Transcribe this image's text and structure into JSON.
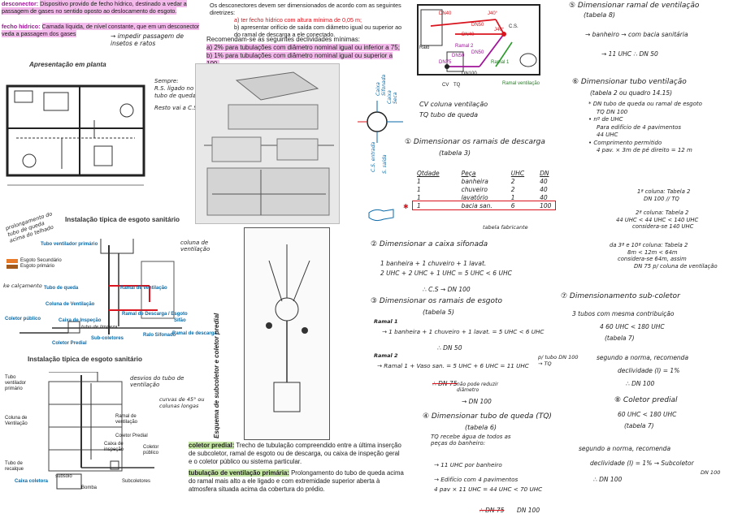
{
  "top_left": {
    "desconector_label": "desconector:",
    "desconector_text": "Dispositivo provido de fecho hídrico, destinado a vedar a passagem de gases no sentido oposto ao deslocamento do esgoto.",
    "fecho_label": "fecho hídrico:",
    "fecho_text": "Camada líquida, de nível constante, que em um desconector veda a passagem dos gases",
    "fecho_note": "→ impedir passagem de insetos e ratos"
  },
  "top_center": {
    "intro": "Os desconectores devem ser dimensionados de acordo com as seguintes diretrizes:",
    "rule_a": "a) ter fecho hídrico com altura mínima de 0,05 m;",
    "rule_b": "b) apresentar orifício de saída com diâmetro igual ou superior ao do ramal de descarga a ele conectado.",
    "decl_title": "Recomendam-se as seguintes declividades mínimas:",
    "decl_a": "a) 2% para tubulações com diâmetro nominal igual ou inferior a 75;",
    "decl_b": "b) 1% para tubulações com diâmetro nominal igual ou superior a 100."
  },
  "plan": {
    "title": "Apresentação em planta",
    "note1": "Sempre:",
    "note2": "R.S. ligado no tubo de queda",
    "note3": "Resto vai a C.S."
  },
  "install1": {
    "title": "Instalação típica de esgoto sanitário",
    "side_note": "prolongamento do tubo de queda acima do telhado",
    "vent_note": "coluna de ventilação",
    "legend_sec": "Esgoto Secundário",
    "legend_pri": "Esgoto primário",
    "labels": [
      "Tubo ventilador primário",
      "Tubo de queda",
      "Coluna de Ventilação",
      "Ramal de ventilação",
      "Coletor público",
      "Caixa de Inspeção",
      "Coletor Predial",
      "Ramal de Descarga / Esgoto",
      "Sub-coletores",
      "Ralo Sifonado",
      "Sifão",
      "Ramal de descarga"
    ],
    "caixa_note": "tubo de limpeza",
    "fall_note": "ke calçamento"
  },
  "install2": {
    "title": "Instalação típica de esgoto sanitário",
    "note1": "desvios do tubo de ventilação",
    "note2": "curvas de 45° ou colunas longas",
    "labels": [
      "Tubo ventilador primário",
      "Coluna de Ventilação",
      "Ramal de ventilação",
      "Coletor Predial",
      "Caixa de inspeção",
      "Coletor público",
      "Tubo de recalque",
      "Caixa coletora",
      "Bomba",
      "Subcoletores",
      "subsolo"
    ]
  },
  "center_bottom": {
    "coletor_label": "coletor predial:",
    "coletor_text": "Trecho de tubulação compreendido entre a última inserção de subcoletor, ramal de esgoto ou de descarga, ou caixa de inspeção geral e o coletor público ou sistema particular.",
    "ventil_label": "tubulação de ventilação primária:",
    "ventil_text": "Prolongamento do tubo de queda acima do ramal mais alto a ele ligado e com extremidade superior aberta à atmosfera situada acima da cobertura do prédio.",
    "vertical_caption": "Esquema de subcoletor e coletor predial"
  },
  "sifonada": {
    "label1": "Caixa Sifonada",
    "label2": "Caixa Seca",
    "label3": "C.S. entrada",
    "label4": "S. saída"
  },
  "plan2": {
    "labels": [
      "DN40",
      "DN40",
      "J40°",
      "DN50",
      "J40°",
      "DN50",
      "C.S.",
      "DN50",
      "DN75",
      "DN100",
      "Ramal 1",
      "Ramal 2",
      "Ramal ventilação",
      "CV",
      "TQ",
      "Ralo"
    ],
    "cv": "CV coluna ventilação",
    "tq": "TQ tubo de queda"
  },
  "step1": {
    "title": "① Dimensionar os ramais de descarga",
    "subtitle": "(tabela 3)",
    "headers": [
      "Qtdade",
      "Peça",
      "UHC",
      "DN"
    ],
    "rows": [
      [
        "1",
        "banheira",
        "2",
        "40"
      ],
      [
        "1",
        "chuveiro",
        "2",
        "40"
      ],
      [
        "1",
        "lavatório",
        "1",
        "40"
      ],
      [
        "1",
        "bacia san.",
        "6",
        "100"
      ]
    ],
    "note": "tabela fabricante"
  },
  "step2": {
    "title": "② Dimensionar a caixa sifonada",
    "line1": "1 banheira + 1 chuveiro + 1 lavat.",
    "line2": "2 UHC + 2 UHC + 1 UHC = 5 UHC < 6 UHC",
    "line3": "∴ C.S → DN 100"
  },
  "step3": {
    "title": "③ Dimensionar os ramais de esgoto",
    "subtitle": "(tabela 5)",
    "ramal1_label": "Ramal 1",
    "ramal1_calc": "→ 1 banheira + 1 chuveiro + 1 lavat. = 5 UHC < 6 UHC",
    "ramal1_res": "∴ DN 50",
    "ramal2_label": "Ramal 2",
    "ramal2_calc": "→ Ramal 1 + Vaso san. = 5 UHC + 6 UHC = 11 UHC",
    "ramal2_res1": "∴ DN 75",
    "ramal2_note": "não pode reduzir diâmetro",
    "ramal2_res2": "→ DN 100"
  },
  "step4": {
    "title": "④ Dimensionar tubo de queda (TQ)",
    "subtitle": "(tabela 6)",
    "line1": "TQ recebe água de todos as peças do banheiro:",
    "line2": "→ 11 UHC por banheiro",
    "line3": "→ Edifício com 4 pavimentos",
    "line4": "4 pav × 11 UHC = 44 UHC < 70 UHC",
    "res1": "∴ DN 75",
    "res2": "DN 100"
  },
  "step5": {
    "title": "⑤ Dimensionar ramal de ventilação",
    "subtitle": "(tabela 8)",
    "line1": "→ banheiro → com bacia sanitária",
    "line2": "→ 11 UHC ∴ DN 50"
  },
  "step6": {
    "title": "⑥ Dimensionar tubo ventilação",
    "subtitle": "(tabela 2 ou quadro 14.15)",
    "lines": [
      "* DN tubo de queda ou ramal de esgoto",
      "TQ DN 100",
      "• nº de UHC",
      "Para edifício de 4 pavimentos",
      "44 UHC",
      "• Comprimento permitido",
      "4 pav. × 3m de pé direito = 12 m"
    ],
    "c1": "1ª coluna: Tabela 2",
    "c1b": "DN 100 // TQ",
    "c2": "2ª coluna: Tabela 2",
    "c2b": "44 UHC < 44 UHC < 140 UHC",
    "c2c": "considera-se 140 UHC",
    "c3": "da 3ª e 10ª coluna: Tabela 2",
    "c3b": "8m < 12m < 64m",
    "c3c": "considera-se 64m, assim",
    "c3d": "DN 75 p/ coluna de ventilação"
  },
  "step7": {
    "title": "⑦ Dimensionamento sub-coletor",
    "line1": "3 tubos com mesma contribuição",
    "line2": "4 60 UHC < 180 UHC",
    "line3": "(tabela 7)",
    "side": "p/ tubo DN 100 → TQ",
    "line4": "segundo a norma, recomenda",
    "line5": "declividade (I) = 1%",
    "line6": "∴ DN 100"
  },
  "step8": {
    "title": "⑧ Coletor predial",
    "line1": "60 UHC < 180 UHC",
    "line2": "(tabela 7)",
    "line3": "segundo a norma, recomenda",
    "line4": "declividade (I) = 1% → Subcoletor",
    "line4b": "DN 100",
    "line5": "∴ DN 100"
  }
}
